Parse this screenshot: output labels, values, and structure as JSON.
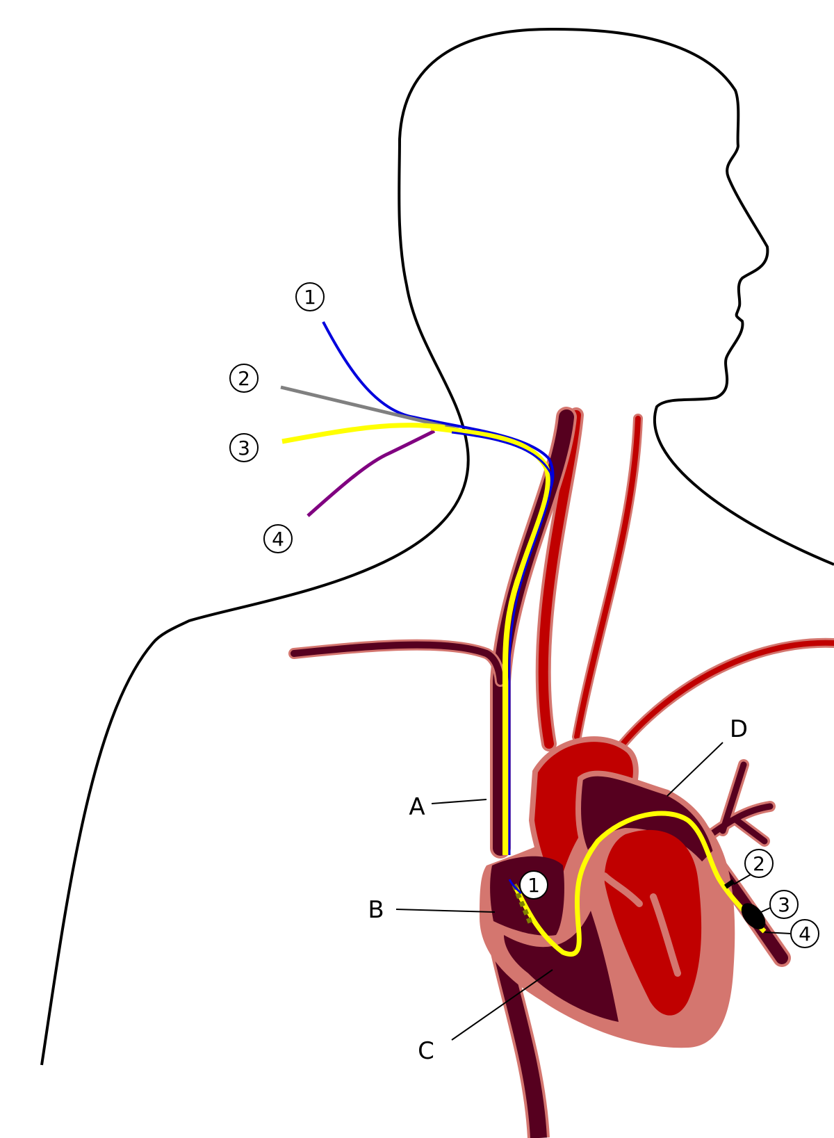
{
  "catheter_labels": {
    "one": "1",
    "two": "2",
    "three": "3",
    "four": "4"
  },
  "anatomy_labels": {
    "a": "A",
    "b": "B",
    "c": "C",
    "d": "D"
  },
  "colors": {
    "outline": "#000000",
    "artery": "#c00000",
    "artery_edge": "#d4766f",
    "vein": "#56001f",
    "heart_wall": "#d4766f",
    "lumen_1": "#0000dd",
    "lumen_2": "#808080",
    "lumen_3": "#ffff00",
    "lumen_4": "#800080"
  }
}
